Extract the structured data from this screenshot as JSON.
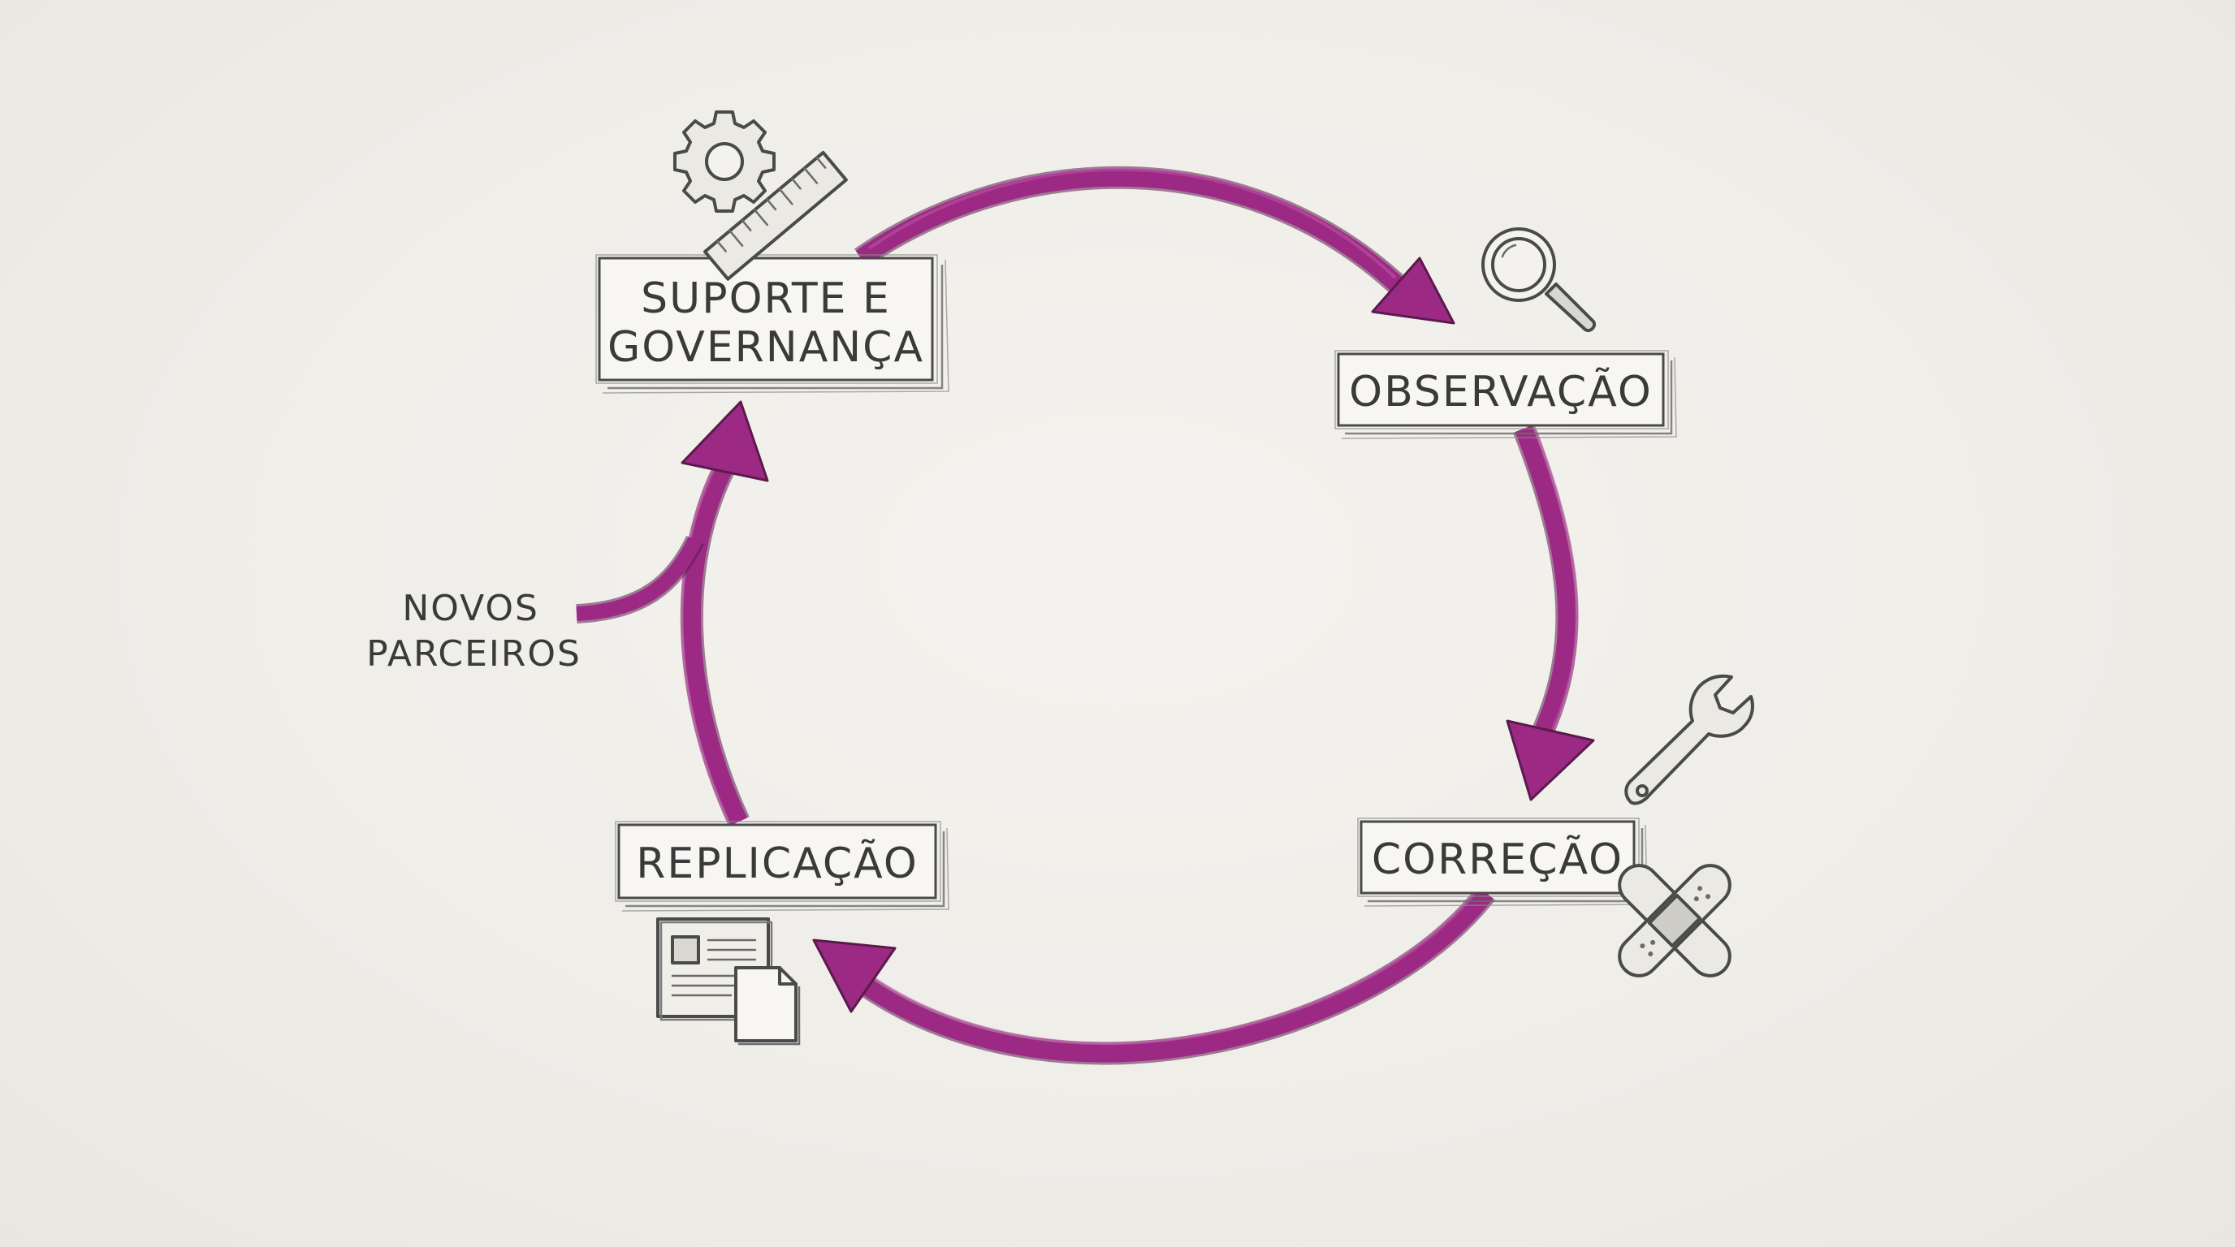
{
  "stages": [
    {
      "id": "suporte",
      "lines": [
        "SUPORTE E",
        "GOVERNANÇA"
      ],
      "icon": "gear-ruler-icon"
    },
    {
      "id": "observacao",
      "lines": [
        "OBSERVAÇÃO"
      ],
      "icon": "magnifier-icon"
    },
    {
      "id": "correcao",
      "lines": [
        "CORREÇÃO"
      ],
      "icon": "wrench-bandage-icon"
    },
    {
      "id": "replicacao",
      "lines": [
        "REPLICAÇÃO"
      ],
      "icon": "documents-icon"
    }
  ],
  "side_input": {
    "lines": [
      "NOVOS",
      "PARCEIROS"
    ]
  },
  "colors": {
    "arrow": "#9c2a84",
    "arrow_dark": "#5a1a4c",
    "text": "#3a3a3a",
    "background": "#f0eee9"
  }
}
